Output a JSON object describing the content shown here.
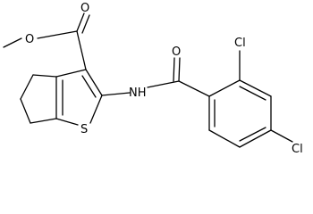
{
  "molecule": {
    "atoms": {
      "carbonyl_oxygen": "O",
      "ester_oxygen": "O",
      "amide_oxygen": "O",
      "sulfur": "S",
      "amide_nitrogen": "NH",
      "chlorine_ortho": "Cl",
      "chlorine_para": "Cl"
    }
  }
}
